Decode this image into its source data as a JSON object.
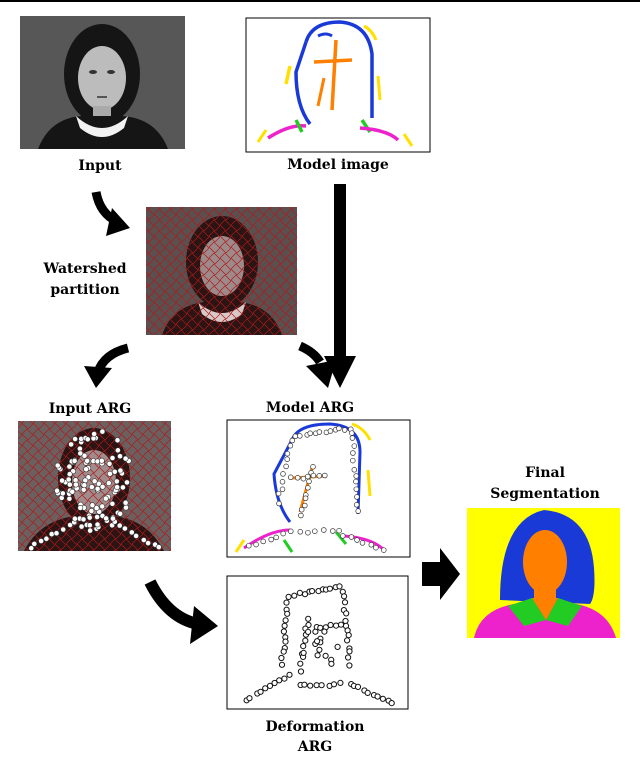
{
  "labels": {
    "input": "Input",
    "model_image": "Model image",
    "watershed_line1": "Watershed",
    "watershed_line2": "partition",
    "input_arg": "Input ARG",
    "model_arg": "Model ARG",
    "final_line1": "Final",
    "final_line2": "Segmentation",
    "deformation_line1": "Deformation",
    "deformation_line2": "ARG"
  },
  "colors": {
    "hair": "#1a3ad8",
    "face": "#ff8000",
    "collar": "#22cc22",
    "shirt": "#ee22cc",
    "background": "#ffff00",
    "watershed_lines": "#b01818",
    "photo_bg": "#4a4a4a",
    "arrow": "#000000"
  }
}
